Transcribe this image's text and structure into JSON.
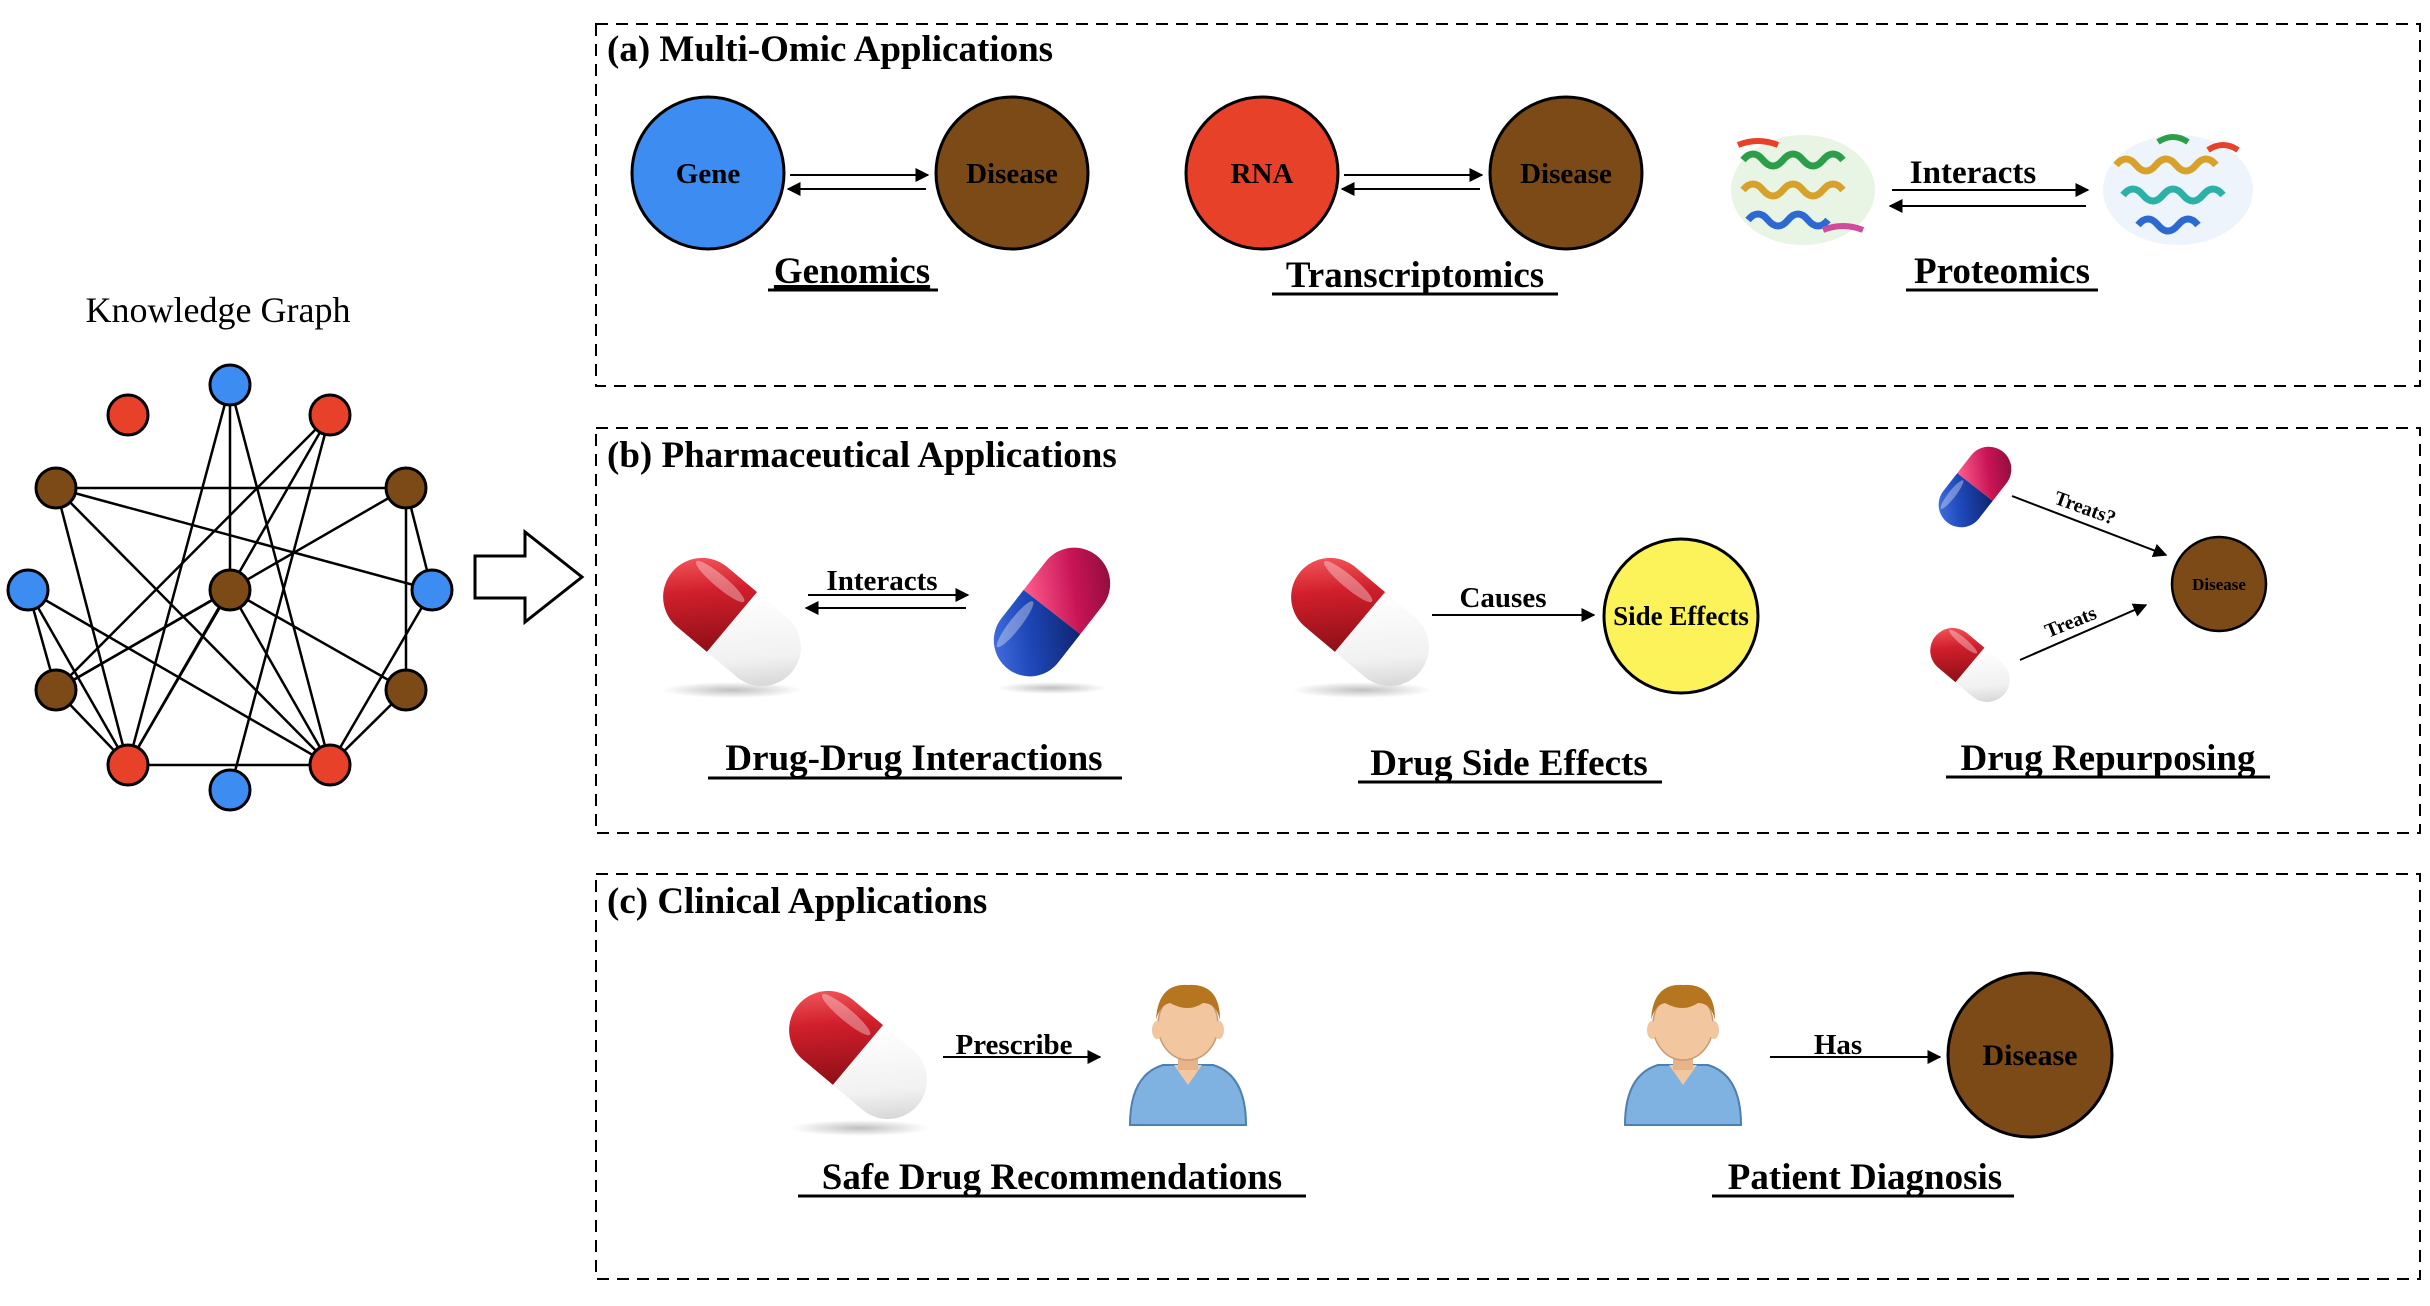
{
  "colors": {
    "gene_blue": "#3d8cf2",
    "rna_red": "#e8412a",
    "disease_brown": "#7b4a16",
    "side_effect_yellow": "#fcf25a",
    "pill_red": "#d11f2c",
    "pill_blue": "#1e47b8",
    "pill_magenta": "#c81456",
    "skin": "#f2c7a0",
    "hair": "#b5761f",
    "shirt": "#7fb2e0"
  },
  "knowledge_graph": {
    "title": "Knowledge Graph",
    "nodes": [
      {
        "id": "a",
        "type": "blue"
      },
      {
        "id": "b",
        "type": "red"
      },
      {
        "id": "c",
        "type": "red"
      },
      {
        "id": "d",
        "type": "brown"
      },
      {
        "id": "e",
        "type": "brown"
      },
      {
        "id": "f",
        "type": "blue"
      },
      {
        "id": "g",
        "type": "brown"
      },
      {
        "id": "h",
        "type": "blue"
      },
      {
        "id": "i",
        "type": "brown"
      },
      {
        "id": "j",
        "type": "brown"
      },
      {
        "id": "k",
        "type": "red"
      },
      {
        "id": "l",
        "type": "blue"
      },
      {
        "id": "m",
        "type": "red"
      }
    ],
    "edges": [
      [
        "a",
        "g"
      ],
      [
        "a",
        "k"
      ],
      [
        "a",
        "m"
      ],
      [
        "c",
        "i"
      ],
      [
        "c",
        "k"
      ],
      [
        "c",
        "l"
      ],
      [
        "d",
        "e"
      ],
      [
        "d",
        "h"
      ],
      [
        "d",
        "k"
      ],
      [
        "d",
        "m"
      ],
      [
        "e",
        "i"
      ],
      [
        "e",
        "j"
      ],
      [
        "e",
        "h"
      ],
      [
        "f",
        "i"
      ],
      [
        "f",
        "k"
      ],
      [
        "f",
        "m"
      ],
      [
        "g",
        "i"
      ],
      [
        "g",
        "j"
      ],
      [
        "g",
        "k"
      ],
      [
        "g",
        "m"
      ],
      [
        "h",
        "m"
      ],
      [
        "i",
        "k"
      ],
      [
        "j",
        "m"
      ],
      [
        "k",
        "m"
      ]
    ],
    "arrow_icon": "hollow-right-arrow-icon"
  },
  "panels": {
    "a": {
      "title": "(a) Multi-Omic Applications",
      "genomics": {
        "node1": "Gene",
        "node2": "Disease",
        "caption": "Genomics"
      },
      "transcriptomics": {
        "node1": "RNA",
        "node2": "Disease",
        "caption": "Transcriptomics"
      },
      "proteomics": {
        "relation": "Interacts",
        "caption": "Proteomics",
        "icon": "protein-structure-icon"
      }
    },
    "b": {
      "title": "(b) Pharmaceutical Applications",
      "ddi": {
        "relation": "Interacts",
        "caption": "Drug-Drug Interactions"
      },
      "side_effects": {
        "relation": "Causes",
        "target": "Side Effects",
        "caption": "Drug Side Effects"
      },
      "repurposing": {
        "relation1": "Treats?",
        "relation2": "Treats",
        "target": "Disease",
        "caption": "Drug Repurposing"
      }
    },
    "c": {
      "title": "(c) Clinical Applications",
      "recommendation": {
        "relation": "Prescribe",
        "caption": "Safe Drug Recommendations"
      },
      "diagnosis": {
        "relation": "Has",
        "target": "Disease",
        "caption": "Patient Diagnosis"
      }
    }
  }
}
